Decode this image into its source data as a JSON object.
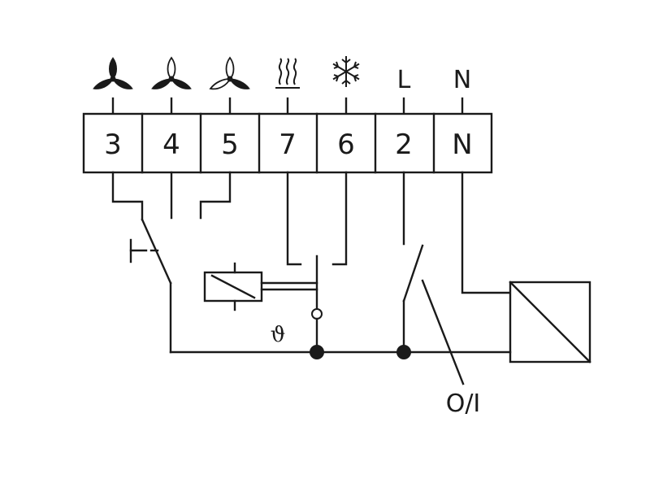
{
  "terminals": [
    {
      "number": "3",
      "icon": "fan-speed-1-icon"
    },
    {
      "number": "4",
      "icon": "fan-speed-2-icon"
    },
    {
      "number": "5",
      "icon": "fan-speed-3-icon"
    },
    {
      "number": "7",
      "icon": "heating-icon"
    },
    {
      "number": "6",
      "icon": "cooling-icon"
    },
    {
      "number": "2",
      "label": "L"
    },
    {
      "number": "N",
      "label": "N"
    }
  ],
  "thermostat_symbol": "ϑ",
  "switch_label": "O/I"
}
